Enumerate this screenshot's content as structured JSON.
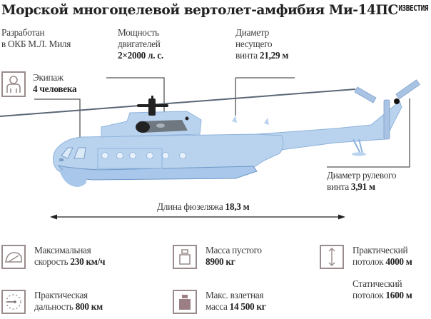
{
  "header": {
    "title": "Морской многоцелевой вертолет-амфибия Ми-14ПС",
    "brand": "ИЗВЕСТИЯ"
  },
  "callouts": {
    "developer": {
      "line1": "Разработан",
      "line2": "в ОКБ М.Л. Миля"
    },
    "engine": {
      "line1": "Мощность",
      "line2": "двигателей",
      "value": "2×2000 л. с."
    },
    "main_rotor": {
      "line1": "Диаметр",
      "line2": "несущего",
      "line3_prefix": "винта ",
      "value": "21,29 м"
    },
    "crew": {
      "icon": "person-icon",
      "label": "Экипаж",
      "value": "4 человека"
    },
    "tail_rotor": {
      "line1": "Диаметр рулевого",
      "line2_prefix": "винта ",
      "value": "3,91 м"
    },
    "fuselage": {
      "prefix": "Длина фюзеляжа ",
      "value": "18,3 м"
    }
  },
  "specs": [
    {
      "icon": "speedometer-icon",
      "line1": "Максимальная",
      "line2_prefix": "скорость ",
      "value": "230 км/ч"
    },
    {
      "icon": "range-dial-icon",
      "line1": "Практическая",
      "line2_prefix": "дальность ",
      "value": "800 км"
    },
    {
      "icon": "empty-weight-icon",
      "line1": "Масса пустого",
      "line2_prefix": "",
      "value": "8900 кг"
    },
    {
      "icon": "max-weight-icon",
      "line1": "Макс. взлетная",
      "line2_prefix": "масса ",
      "value": "14 500 кг"
    },
    {
      "icon": "ceiling-arrow-icon",
      "line1": "Практический",
      "line2_prefix": "потолок ",
      "value": "4000 м"
    },
    {
      "icon": "",
      "line1": "Статический",
      "line2_prefix": "потолок ",
      "value": "1600 м"
    }
  ],
  "colors": {
    "fuselage": "#b9d3ee",
    "fuselage_dark": "#8fb3dc",
    "icon_frame": "#9a8c8c",
    "icon_fill": "#9b7f85",
    "text": "#2b2b2b"
  }
}
